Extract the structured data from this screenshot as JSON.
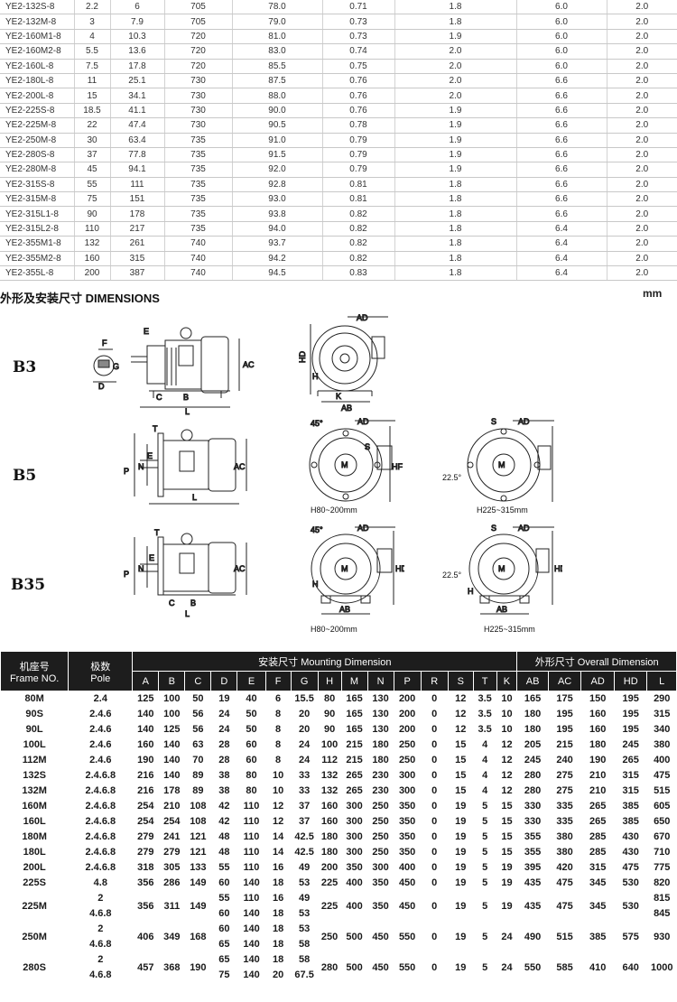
{
  "perf_rows": [
    [
      "YE2-132S-8",
      "2.2",
      "6",
      "705",
      "78.0",
      "0.71",
      "1.8",
      "6.0",
      "2.0"
    ],
    [
      "YE2-132M-8",
      "3",
      "7.9",
      "705",
      "79.0",
      "0.73",
      "1.8",
      "6.0",
      "2.0"
    ],
    [
      "YE2-160M1-8",
      "4",
      "10.3",
      "720",
      "81.0",
      "0.73",
      "1.9",
      "6.0",
      "2.0"
    ],
    [
      "YE2-160M2-8",
      "5.5",
      "13.6",
      "720",
      "83.0",
      "0.74",
      "2.0",
      "6.0",
      "2.0"
    ],
    [
      "YE2-160L-8",
      "7.5",
      "17.8",
      "720",
      "85.5",
      "0.75",
      "2.0",
      "6.0",
      "2.0"
    ],
    [
      "YE2-180L-8",
      "11",
      "25.1",
      "730",
      "87.5",
      "0.76",
      "2.0",
      "6.6",
      "2.0"
    ],
    [
      "YE2-200L-8",
      "15",
      "34.1",
      "730",
      "88.0",
      "0.76",
      "2.0",
      "6.6",
      "2.0"
    ],
    [
      "YE2-225S-8",
      "18.5",
      "41.1",
      "730",
      "90.0",
      "0.76",
      "1.9",
      "6.6",
      "2.0"
    ],
    [
      "YE2-225M-8",
      "22",
      "47.4",
      "730",
      "90.5",
      "0.78",
      "1.9",
      "6.6",
      "2.0"
    ],
    [
      "YE2-250M-8",
      "30",
      "63.4",
      "735",
      "91.0",
      "0.79",
      "1.9",
      "6.6",
      "2.0"
    ],
    [
      "YE2-280S-8",
      "37",
      "77.8",
      "735",
      "91.5",
      "0.79",
      "1.9",
      "6.6",
      "2.0"
    ],
    [
      "YE2-280M-8",
      "45",
      "94.1",
      "735",
      "92.0",
      "0.79",
      "1.9",
      "6.6",
      "2.0"
    ],
    [
      "YE2-315S-8",
      "55",
      "111",
      "735",
      "92.8",
      "0.81",
      "1.8",
      "6.6",
      "2.0"
    ],
    [
      "YE2-315M-8",
      "75",
      "151",
      "735",
      "93.0",
      "0.81",
      "1.8",
      "6.6",
      "2.0"
    ],
    [
      "YE2-315L1-8",
      "90",
      "178",
      "735",
      "93.8",
      "0.82",
      "1.8",
      "6.6",
      "2.0"
    ],
    [
      "YE2-315L2-8",
      "110",
      "217",
      "735",
      "94.0",
      "0.82",
      "1.8",
      "6.4",
      "2.0"
    ],
    [
      "YE2-355M1-8",
      "132",
      "261",
      "740",
      "93.7",
      "0.82",
      "1.8",
      "6.4",
      "2.0"
    ],
    [
      "YE2-355M2-8",
      "160",
      "315",
      "740",
      "94.2",
      "0.82",
      "1.8",
      "6.4",
      "2.0"
    ],
    [
      "YE2-355L-8",
      "200",
      "387",
      "740",
      "94.5",
      "0.83",
      "1.8",
      "6.4",
      "2.0"
    ]
  ],
  "section": {
    "title": "外形及安装尺寸 DIMENSIONS",
    "unit": "mm"
  },
  "labels": {
    "b3": "B3",
    "b5": "B5",
    "b35": "B35"
  },
  "figure_text": {
    "h80": "H80~200mm",
    "h225": "H225~315mm",
    "deg45": "45°",
    "deg225": "22.5°"
  },
  "dim_header": {
    "frame": "机座号 Frame NO.",
    "frame_cn": "机座号",
    "frame_en": "Frame NO.",
    "pole_cn": "极数",
    "pole_en": "Pole",
    "mounting": "安装尺寸 Mounting Dimension",
    "overall": "外形尺寸 Overall Dimension",
    "cols": [
      "A",
      "B",
      "C",
      "D",
      "E",
      "F",
      "G",
      "H",
      "M",
      "N",
      "P",
      "R",
      "S",
      "T",
      "K",
      "AB",
      "AC",
      "AD",
      "HD",
      "L"
    ]
  },
  "dim_rows": [
    [
      "80M",
      "2.4",
      "125",
      "100",
      "50",
      "19",
      "40",
      "6",
      "15.5",
      "80",
      "165",
      "130",
      "200",
      "0",
      "12",
      "3.5",
      "10",
      "165",
      "175",
      "150",
      "195",
      "290"
    ],
    [
      "90S",
      "2.4.6",
      "140",
      "100",
      "56",
      "24",
      "50",
      "8",
      "20",
      "90",
      "165",
      "130",
      "200",
      "0",
      "12",
      "3.5",
      "10",
      "180",
      "195",
      "160",
      "195",
      "315"
    ],
    [
      "90L",
      "2.4.6",
      "140",
      "125",
      "56",
      "24",
      "50",
      "8",
      "20",
      "90",
      "165",
      "130",
      "200",
      "0",
      "12",
      "3.5",
      "10",
      "180",
      "195",
      "160",
      "195",
      "340"
    ],
    [
      "100L",
      "2.4.6",
      "160",
      "140",
      "63",
      "28",
      "60",
      "8",
      "24",
      "100",
      "215",
      "180",
      "250",
      "0",
      "15",
      "4",
      "12",
      "205",
      "215",
      "180",
      "245",
      "380"
    ],
    [
      "112M",
      "2.4.6",
      "190",
      "140",
      "70",
      "28",
      "60",
      "8",
      "24",
      "112",
      "215",
      "180",
      "250",
      "0",
      "15",
      "4",
      "12",
      "245",
      "240",
      "190",
      "265",
      "400"
    ],
    [
      "132S",
      "2.4.6.8",
      "216",
      "140",
      "89",
      "38",
      "80",
      "10",
      "33",
      "132",
      "265",
      "230",
      "300",
      "0",
      "15",
      "4",
      "12",
      "280",
      "275",
      "210",
      "315",
      "475"
    ],
    [
      "132M",
      "2.4.6.8",
      "216",
      "178",
      "89",
      "38",
      "80",
      "10",
      "33",
      "132",
      "265",
      "230",
      "300",
      "0",
      "15",
      "4",
      "12",
      "280",
      "275",
      "210",
      "315",
      "515"
    ],
    [
      "160M",
      "2.4.6.8",
      "254",
      "210",
      "108",
      "42",
      "110",
      "12",
      "37",
      "160",
      "300",
      "250",
      "350",
      "0",
      "19",
      "5",
      "15",
      "330",
      "335",
      "265",
      "385",
      "605"
    ],
    [
      "160L",
      "2.4.6.8",
      "254",
      "254",
      "108",
      "42",
      "110",
      "12",
      "37",
      "160",
      "300",
      "250",
      "350",
      "0",
      "19",
      "5",
      "15",
      "330",
      "335",
      "265",
      "385",
      "650"
    ],
    [
      "180M",
      "2.4.6.8",
      "279",
      "241",
      "121",
      "48",
      "110",
      "14",
      "42.5",
      "180",
      "300",
      "250",
      "350",
      "0",
      "19",
      "5",
      "15",
      "355",
      "380",
      "285",
      "430",
      "670"
    ],
    [
      "180L",
      "2.4.6.8",
      "279",
      "279",
      "121",
      "48",
      "110",
      "14",
      "42.5",
      "180",
      "300",
      "250",
      "350",
      "0",
      "19",
      "5",
      "15",
      "355",
      "380",
      "285",
      "430",
      "710"
    ],
    [
      "200L",
      "2.4.6.8",
      "318",
      "305",
      "133",
      "55",
      "110",
      "16",
      "49",
      "200",
      "350",
      "300",
      "400",
      "0",
      "19",
      "5",
      "19",
      "395",
      "420",
      "315",
      "475",
      "775"
    ],
    [
      "225S",
      "4.8",
      "356",
      "286",
      "149",
      "60",
      "140",
      "18",
      "53",
      "225",
      "400",
      "350",
      "450",
      "0",
      "19",
      "5",
      "19",
      "435",
      "475",
      "345",
      "530",
      "820"
    ]
  ],
  "dim_rows_split": [
    {
      "frame": "225M",
      "pole": [
        "2",
        "4.6.8"
      ],
      "A": "356",
      "B": "311",
      "C": "149",
      "D": [
        "55",
        "60"
      ],
      "E": [
        "110",
        "140"
      ],
      "F": [
        "16",
        "18"
      ],
      "G": [
        "49",
        "53"
      ],
      "rest": [
        "225",
        "400",
        "350",
        "450",
        "0",
        "19",
        "5",
        "19",
        "435",
        "475",
        "345",
        "530"
      ],
      "L": [
        "815",
        "845"
      ]
    },
    {
      "frame": "250M",
      "pole": [
        "2",
        "4.6.8"
      ],
      "A": "406",
      "B": "349",
      "C": "168",
      "D": [
        "60",
        "65"
      ],
      "E": [
        "140",
        "140"
      ],
      "F": [
        "18",
        "18"
      ],
      "G": [
        "53",
        "58"
      ],
      "rest": [
        "250",
        "500",
        "450",
        "550",
        "0",
        "19",
        "5",
        "24",
        "490",
        "515",
        "385",
        "575"
      ],
      "L": [
        "930"
      ]
    },
    {
      "frame": "280S",
      "pole": [
        "2",
        "4.6.8"
      ],
      "A": "457",
      "B": "368",
      "C": "190",
      "D": [
        "65",
        "75"
      ],
      "E": [
        "140",
        "140"
      ],
      "F": [
        "18",
        "20"
      ],
      "G": [
        "58",
        "67.5"
      ],
      "rest": [
        "280",
        "500",
        "450",
        "550",
        "0",
        "19",
        "5",
        "24",
        "550",
        "585",
        "410",
        "640"
      ],
      "L": [
        "1000"
      ]
    }
  ]
}
